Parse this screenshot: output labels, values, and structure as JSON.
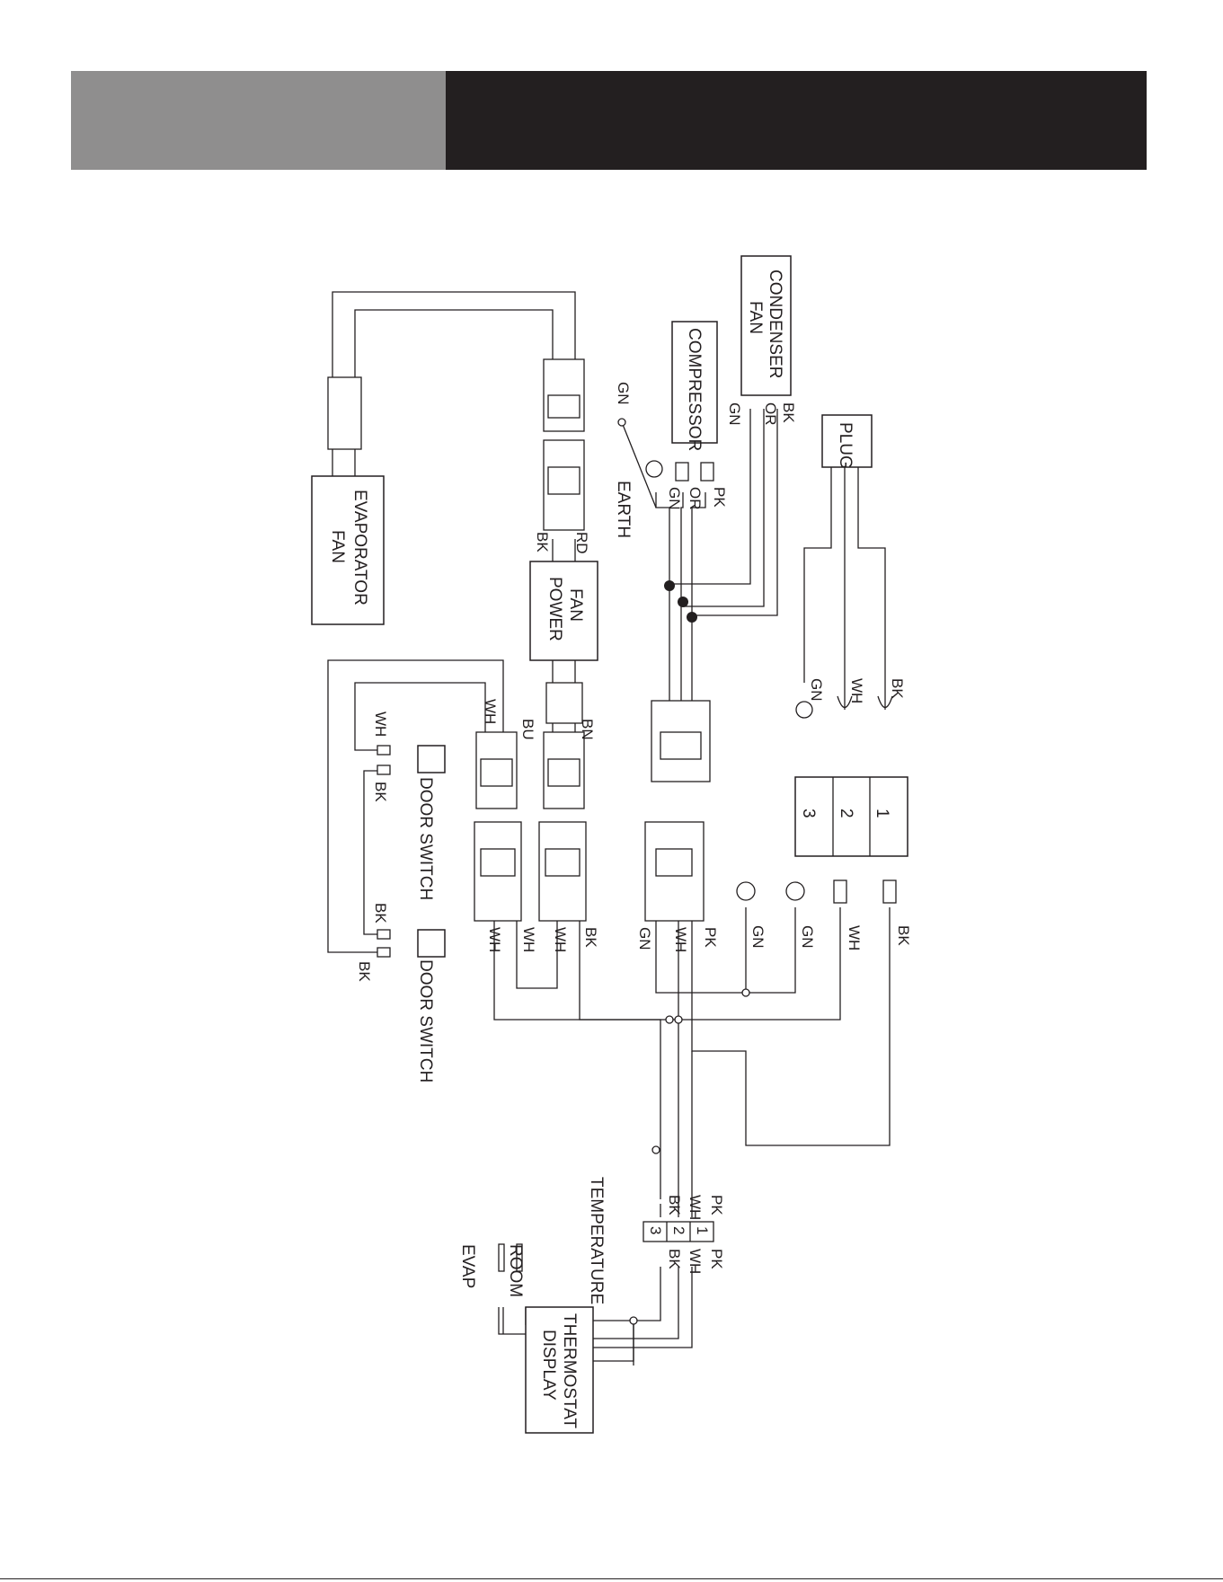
{
  "components": {
    "evaporator_fan": [
      "EVAPORATOR",
      "FAN"
    ],
    "condenser_fan": [
      "CONDENSER",
      "FAN"
    ],
    "compressor": "COMPRESSOR",
    "plug": "PLUG",
    "fan_power": [
      "FAN",
      "POWER"
    ],
    "thermostat_display": [
      "THERMOSTAT",
      "DISPLAY"
    ],
    "door_switch_1": "DOOR SWITCH",
    "door_switch_2": "DOOR SWITCH",
    "earth": "EARTH",
    "temperature": "TEMPERATURE",
    "room": "ROOM",
    "evap": "EVAP"
  },
  "terminal_block": [
    "1",
    "2",
    "3"
  ],
  "thermostat_terminals": [
    "1",
    "2",
    "3"
  ],
  "wires": {
    "condenser": [
      "BK",
      "OR",
      "GN"
    ],
    "compressor": [
      "PK",
      "OR",
      "GN"
    ],
    "earth": "GN",
    "plug": [
      "BK",
      "WH",
      "GN"
    ],
    "fan_power_top": [
      "RD",
      "BK"
    ],
    "fan_power_bottom": [
      "BN",
      "BU"
    ],
    "evap_connector": "WH",
    "door_switch_1": [
      "WH",
      "BK"
    ],
    "door_switch_2": [
      "BK",
      "BK"
    ],
    "lower_connector_1": [
      "WH",
      "WH"
    ],
    "lower_connector_2": [
      "WH",
      "BK"
    ],
    "lower_connector_3": [
      "GN",
      "WH",
      "PK"
    ],
    "terminals": [
      "GN",
      "GN",
      "WH",
      "BK"
    ],
    "thermostat_left": [
      "PK",
      "WH",
      "BK"
    ],
    "thermostat_right": [
      "PK",
      "WH",
      "BK"
    ]
  }
}
